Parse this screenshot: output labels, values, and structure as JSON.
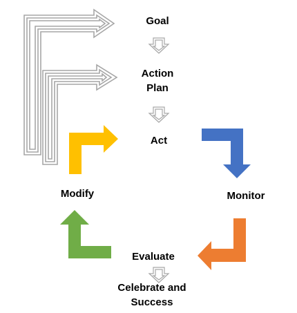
{
  "diagram": {
    "steps": {
      "goal": "Goal",
      "action_plan": [
        "Action",
        "Plan"
      ],
      "act": "Act",
      "monitor": "Monitor",
      "evaluate": "Evaluate",
      "modify": "Modify",
      "celebrate": [
        "Celebrate and",
        "Success"
      ]
    },
    "colors": {
      "outline_arrow": "#a6a6a6",
      "act_arrow": "#ffc000",
      "monitor_arrow": "#4472c4",
      "evaluate_arrow": "#ed7d31",
      "modify_arrow": "#70ad47"
    }
  }
}
